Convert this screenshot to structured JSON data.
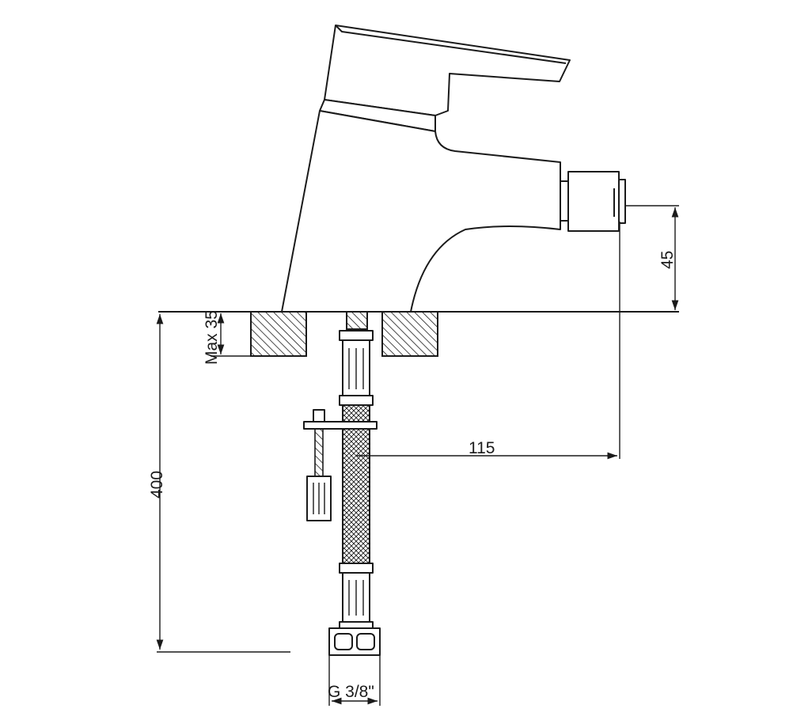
{
  "dimensions": {
    "spout_height": "45",
    "max_thickness": "Max 35",
    "hose_length": "400",
    "reach": "115",
    "thread": "G 3/8\""
  },
  "colors": {
    "line": "#1a1a1a",
    "background": "#ffffff"
  }
}
